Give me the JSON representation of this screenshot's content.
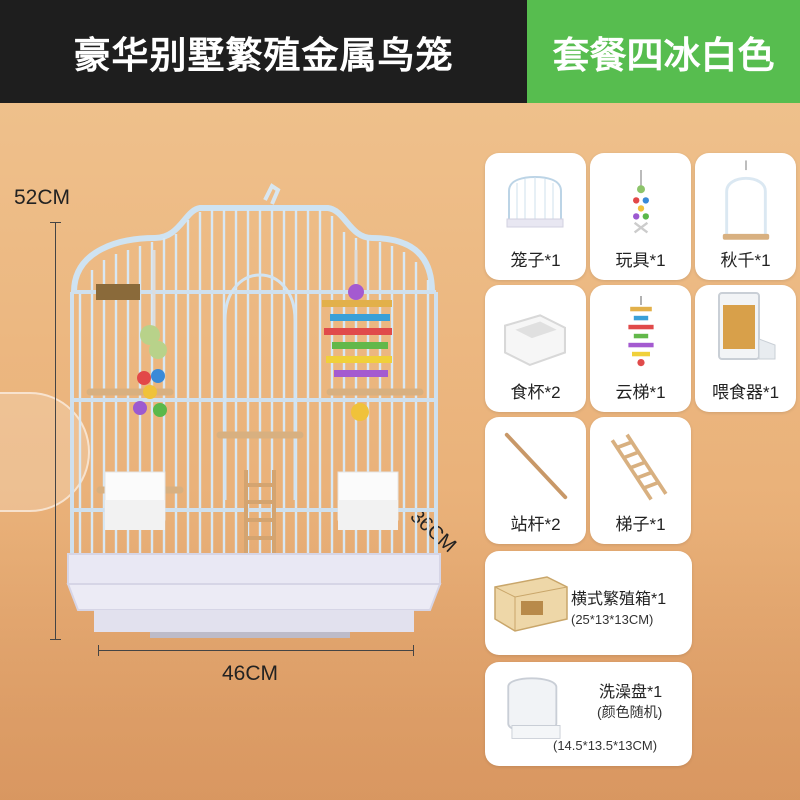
{
  "header": {
    "title": "豪华别墅繁殖金属鸟笼",
    "package": "套餐四冰白色"
  },
  "dimensions": {
    "height": "52CM",
    "width": "46CM",
    "depth": "36CM"
  },
  "colors": {
    "header_bg": "#1e1e1e",
    "package_bg": "#57bd4f",
    "background": "#eab27a",
    "cage_wire": "#cfe3f2",
    "tray": "#e9e8f4"
  },
  "accessories": [
    {
      "label": "笼子*1",
      "icon": "cage-icon"
    },
    {
      "label": "玩具*1",
      "icon": "toy-icon"
    },
    {
      "label": "秋千*1",
      "icon": "swing-icon"
    },
    {
      "label": "食杯*2",
      "icon": "food-cup-icon"
    },
    {
      "label": "云梯*1",
      "icon": "cloud-ladder-icon"
    },
    {
      "label": "喂食器*1",
      "icon": "feeder-icon"
    },
    {
      "label": "站杆*2",
      "icon": "perch-icon"
    },
    {
      "label": "梯子*1",
      "icon": "ladder-icon"
    }
  ],
  "breeding_box": {
    "label": "横式繁殖箱*1",
    "size": "(25*13*13CM)",
    "icon": "breeding-box-icon"
  },
  "bath": {
    "label": "洗澡盘*1",
    "note": "(颜色随机)",
    "size": "(14.5*13.5*13CM)",
    "icon": "bath-tray-icon"
  }
}
